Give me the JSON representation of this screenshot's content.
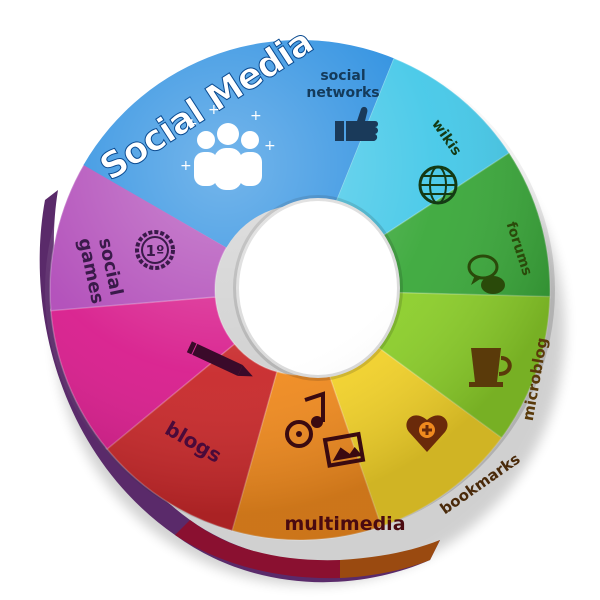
{
  "title": "Social Media",
  "segments": [
    {
      "label_lines": [
        "social",
        "networks"
      ],
      "color": "#44c8e8",
      "icon": "thumbs-up-icon"
    },
    {
      "label_lines": [
        "wikis"
      ],
      "color": "#3aa83a",
      "icon": "globe-icon"
    },
    {
      "label_lines": [
        "forums"
      ],
      "color": "#8ccf2a",
      "icon": "speech-bubbles-icon"
    },
    {
      "label_lines": [
        "microblog"
      ],
      "color": "#f5d42a",
      "icon": "cup-icon"
    },
    {
      "label_lines": [
        "bookmarks"
      ],
      "color": "#f08a1e",
      "icon": "heart-plus-icon"
    },
    {
      "label_lines": [
        "multimedia"
      ],
      "color": "#c8282a",
      "icon": "music-photo-icon"
    },
    {
      "label_lines": [
        "blogs"
      ],
      "color": "#d81c8c",
      "icon": "pencil-icon"
    },
    {
      "label_lines": [
        "social",
        "games"
      ],
      "color": "#b04ab8",
      "icon": "first-place-badge-icon"
    }
  ],
  "badge_text": "1º",
  "hub_color": "#2a8ee0"
}
